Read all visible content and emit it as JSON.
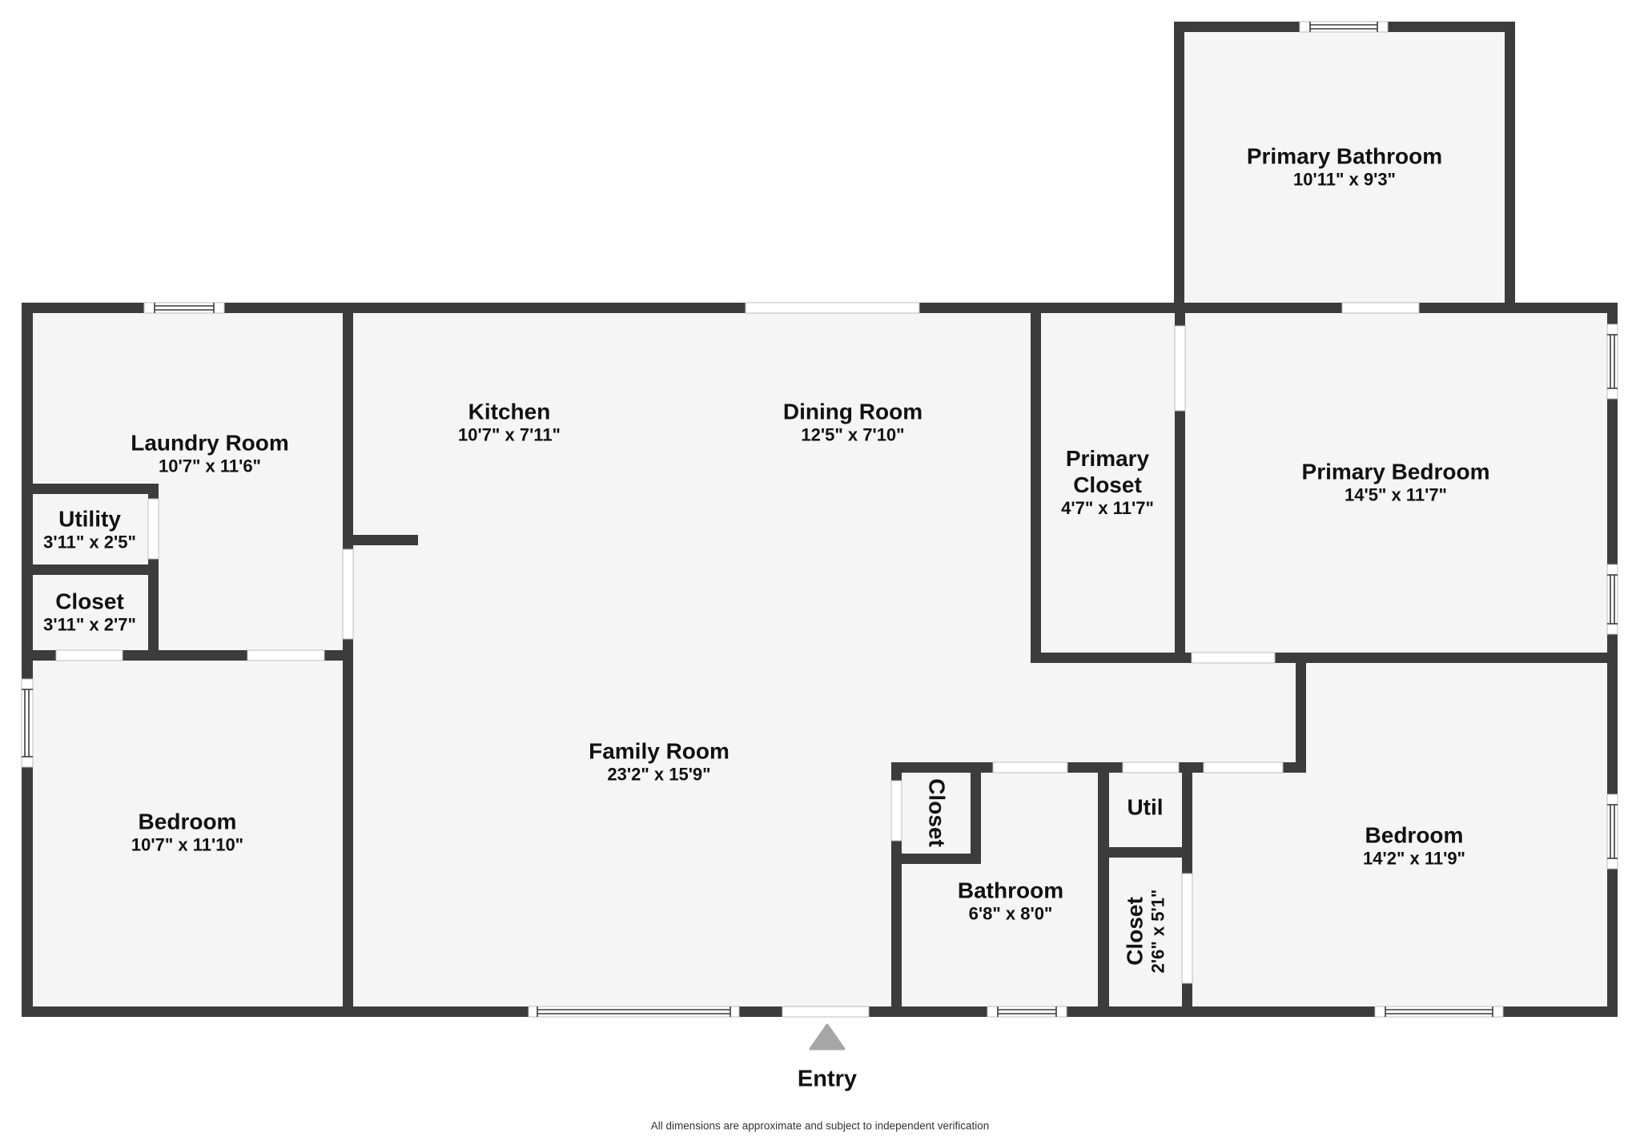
{
  "floorplan": {
    "colors": {
      "wall": "#3c3c3c",
      "floor": "#f5f5f5",
      "opening": "#ffffff",
      "entry_marker": "#a6a6a6",
      "text": "#111111"
    },
    "rooms": [
      {
        "id": "primary-bathroom",
        "name": "Primary Bathroom",
        "dimensions": "10'11\" x 9'3\""
      },
      {
        "id": "laundry-room",
        "name": "Laundry Room",
        "dimensions": "10'7\" x 11'6\""
      },
      {
        "id": "kitchen",
        "name": "Kitchen",
        "dimensions": "10'7\" x 7'11\""
      },
      {
        "id": "dining-room",
        "name": "Dining Room",
        "dimensions": "12'5\" x 7'10\""
      },
      {
        "id": "primary-closet",
        "name": "Primary Closet",
        "name_line1": "Primary",
        "name_line2": "Closet",
        "dimensions": "4'7\" x 11'7\""
      },
      {
        "id": "primary-bedroom",
        "name": "Primary Bedroom",
        "dimensions": "14'5\" x 11'7\""
      },
      {
        "id": "utility",
        "name": "Utility",
        "dimensions": "3'11\" x 2'5\""
      },
      {
        "id": "closet-laundry",
        "name": "Closet",
        "dimensions": "3'11\" x 2'7\""
      },
      {
        "id": "family-room",
        "name": "Family Room",
        "dimensions": "23'2\" x 15'9\""
      },
      {
        "id": "bedroom-left",
        "name": "Bedroom",
        "dimensions": "10'7\" x 11'10\""
      },
      {
        "id": "closet-bath",
        "name": "Closet",
        "dimensions": ""
      },
      {
        "id": "bathroom",
        "name": "Bathroom",
        "dimensions": "6'8\" x 8'0\""
      },
      {
        "id": "util-small",
        "name": "Util",
        "dimensions": ""
      },
      {
        "id": "closet-hall",
        "name": "Closet",
        "dimensions": "2'6\" x 5'1\""
      },
      {
        "id": "bedroom-right",
        "name": "Bedroom",
        "dimensions": "14'2\" x 11'9\""
      }
    ],
    "entry": {
      "label": "Entry",
      "icon": "triangle-up-arrow"
    },
    "disclaimer": "All dimensions are approximate and subject to independent verification"
  }
}
